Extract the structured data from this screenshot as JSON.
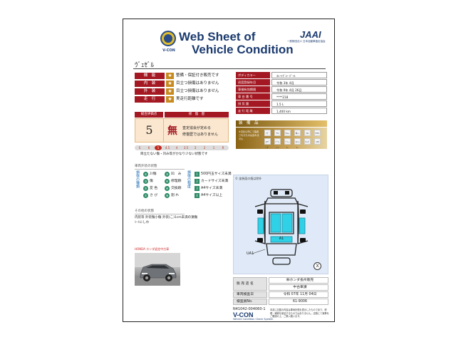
{
  "header": {
    "title_line1": "Web Sheet of",
    "title_line2": "Vehicle Condition",
    "brand_mini": "V-CON",
    "jaai_logo": "JAAI",
    "jaai_subtitle": "一般財団法人 日本自動車査定協会"
  },
  "vehicle": {
    "model_name": "ｳﾞｪｾﾞﾙ"
  },
  "condition_rows": [
    {
      "label": "機　能",
      "star": "★",
      "text": "整備・保証付き販売です"
    },
    {
      "label": "内　装",
      "star": "★",
      "text": "目立つ損傷はありません"
    },
    {
      "label": "外　装",
      "star": "★",
      "text": "目立つ損傷はありません"
    },
    {
      "label": "走　行",
      "star": "★",
      "text": "実走行距離です"
    }
  ],
  "spec_rows": [
    {
      "k": "ボディカラー",
      "v": "ｽﾚｰﾄｸﾞﾚｰ ﾊﾟｰﾙ"
    },
    {
      "k": "初度登録年月",
      "v": "令和 3年 4月"
    },
    {
      "k": "車検有効期限",
      "v": "令和 9年 4月 26日"
    },
    {
      "k": "車 台 番 号",
      "v": "****218"
    },
    {
      "k": "排 気 量",
      "v": "1.5 L"
    },
    {
      "k": "走 行 距 離",
      "v": "1,400 km"
    }
  ],
  "evaluation": {
    "score_label": "総合評価点",
    "history_label": "修　復　歴",
    "score": "5",
    "mu": "無",
    "desc_line1": "査定協会が定める",
    "desc_line2": "修復歴ではありません"
  },
  "grade_bar": {
    "items": [
      "S",
      "6",
      "5",
      "4.5",
      "4",
      "3.5",
      "3",
      "2",
      "1",
      "R"
    ],
    "active_index": 2
  },
  "grade_note": "目立たない傷・凹み等がかなり少ない状態です",
  "equipment": {
    "title": "装　備　品",
    "note": "※当社以外にて装着されたものは含みません",
    "items": [
      "ﾅﾋﾞ",
      "TV",
      "ｻﾝﾙｰﾌ",
      "革ｼｰﾄ",
      "ｱﾙﾐ",
      "ETC",
      "ｴｱﾊﾞｯｸﾞ",
      "ﾊﾟﾜｰｼｰﾄ",
      "ﾌﾟﾚｰﾔｰ",
      "ｽﾏｰﾄｷｰ",
      "ﾀｰﾎﾞ",
      "ｴｱﾛ"
    ]
  },
  "legend": {
    "section_title": "車両外装の状態",
    "left_vertical": "損傷の種類",
    "right_vertical": "損傷の程度",
    "left_items": [
      {
        "icon": "①",
        "text": "ｽﾘ傷"
      },
      {
        "icon": "②",
        "text": "凹　み"
      },
      {
        "icon": "③",
        "text": "傷"
      },
      {
        "icon": "④",
        "text": "修理跡"
      },
      {
        "icon": "⑤",
        "text": "変 色"
      },
      {
        "icon": "⑥",
        "text": "交換跡"
      },
      {
        "icon": "⑦",
        "text": "さ び"
      },
      {
        "icon": "⑧",
        "text": "割 れ"
      }
    ],
    "right_items": [
      {
        "icon": "1",
        "text": "500円玉サイズ未満"
      },
      {
        "icon": "2",
        "text": "カードサイズ未満"
      },
      {
        "icon": "3",
        "text": "A4サイズ未満"
      },
      {
        "icon": "4",
        "text": "A4サイズ以上"
      }
    ]
  },
  "other": {
    "section_title": "その他の状態",
    "comment_line1": "内装等 外装傷小傷 外装(こ)1cm未満の損傷",
    "comment_line2": "ｼｰﾄにしわ"
  },
  "photo": {
    "header": "HONDA ホンダ認定中古車"
  },
  "diagram": {
    "note": "© 塗装面の傷は除外",
    "labels": {
      "a1": "A1",
      "ua1": "UA1"
    },
    "x_label": "X"
  },
  "dealer": {
    "rows": [
      {
        "k": "販 売 店 名",
        "v": "㈱ホンダ長州販売"
      },
      {
        "k": "",
        "v": "中古車課"
      },
      {
        "k": "車両検査日",
        "v": "令和 07年 11月 04日"
      },
      {
        "k": "検査員No.",
        "v": "61-9006"
      }
    ]
  },
  "footer": {
    "doc_id": "N41042-004060-1",
    "vcon": "V-CON",
    "sys": "Vehicle Condition Check System",
    "note": "本書に記載の内容は車両状態を表示したものであり、修理・補修を保証するものではありません。店頭にて実車をご確認の上、ご購入願います。"
  }
}
